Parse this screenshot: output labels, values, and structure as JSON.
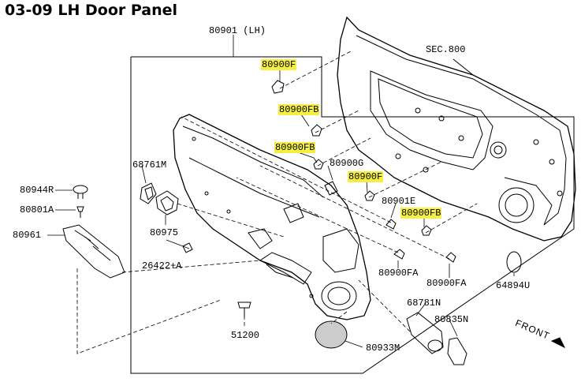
{
  "title": "03-09 LH Door Panel",
  "labels": {
    "assy": "80901 (LH)",
    "sec": "SEC.800",
    "clip_f": "80900F",
    "clip_fb_1": "80900FB",
    "clip_fb_2": "80900FB",
    "clip_f_2": "80900F",
    "clip_fb_3": "80900FB",
    "clip_g": "80900G",
    "p68761m": "68761M",
    "p80944r": "80944R",
    "p80801a": "80801A",
    "p80961": "80961",
    "p80975": "80975",
    "p26422a": "26422+A",
    "p80901e": "80901E",
    "p80900fa_1": "80900FA",
    "p80900fa_2": "80900FA",
    "p64894u": "64894U",
    "p68781n": "68781N",
    "p80835n": "80835N",
    "p51200": "51200",
    "p80933m": "80933M",
    "front": "FRONT"
  },
  "colors": {
    "highlight": "#f5ee45",
    "line": "#000000"
  }
}
